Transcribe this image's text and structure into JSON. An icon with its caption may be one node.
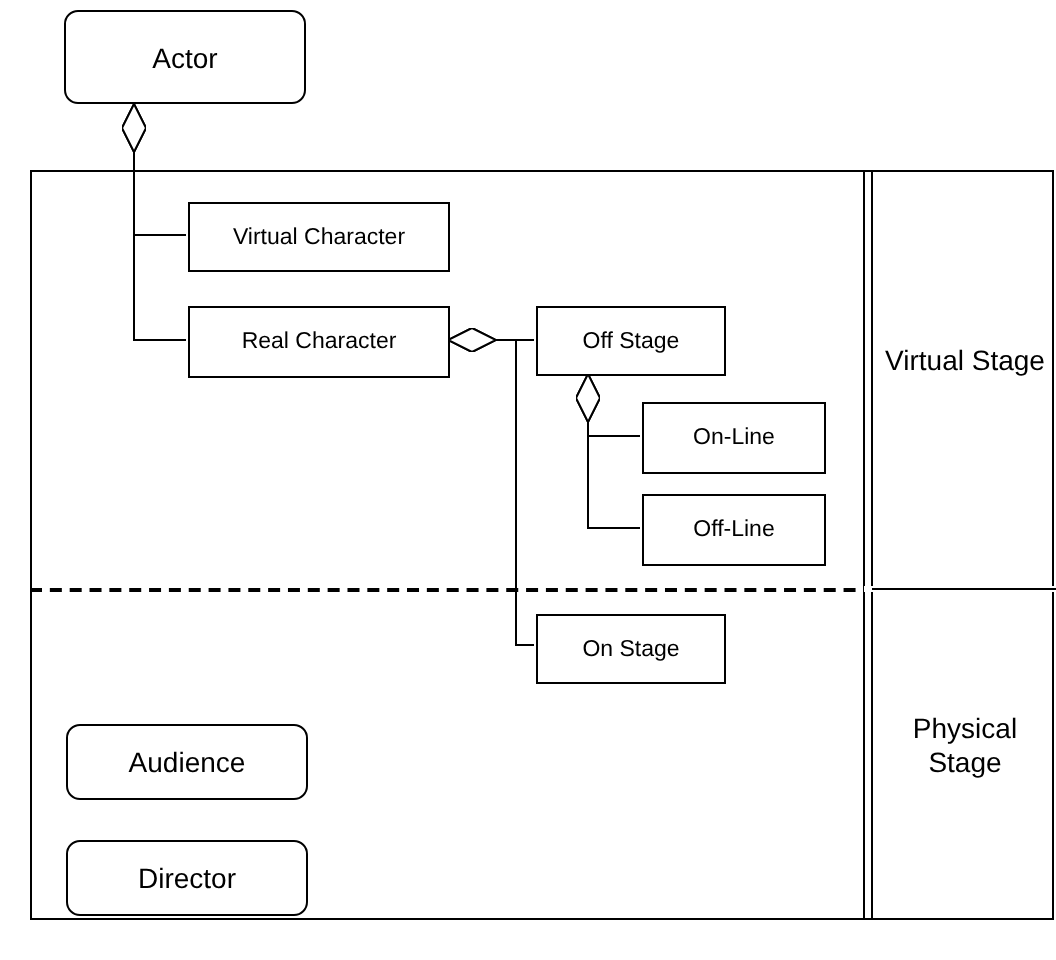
{
  "diagram": {
    "nodes": [
      {
        "text": [
          "Actor"
        ]
      },
      {
        "text": [
          "Virtual Stage"
        ]
      },
      {
        "text": [
          "Virtual Character"
        ],
        "in": 1
      },
      {
        "text": [
          "Real Character"
        ],
        "in": 1
      },
      {
        "text": [
          "Off Stage"
        ],
        "in": 1
      },
      {
        "text": [
          "On-Line"
        ],
        "in": 1
      },
      {
        "text": [
          "Off-Line"
        ],
        "in": 1
      },
      {
        "text": [
          "Physical Stage"
        ]
      },
      {
        "text": [
          "On Stage"
        ],
        "in": 7
      },
      {
        "text": [
          "Audience"
        ],
        "in": 7
      },
      {
        "text": [
          "Director"
        ],
        "in": 7
      }
    ],
    "edges": [
      {
        "from": 0,
        "to": 2,
        "arrow": "other"
      },
      {
        "from": 0,
        "to": 3,
        "arrow": "other"
      },
      {
        "from": 3,
        "to": 4,
        "arrow": "other"
      },
      {
        "from": 3,
        "to": 8,
        "arrow": "other"
      },
      {
        "from": 4,
        "to": 5,
        "arrow": "other"
      },
      {
        "from": 4,
        "to": 6,
        "arrow": "other"
      }
    ]
  }
}
